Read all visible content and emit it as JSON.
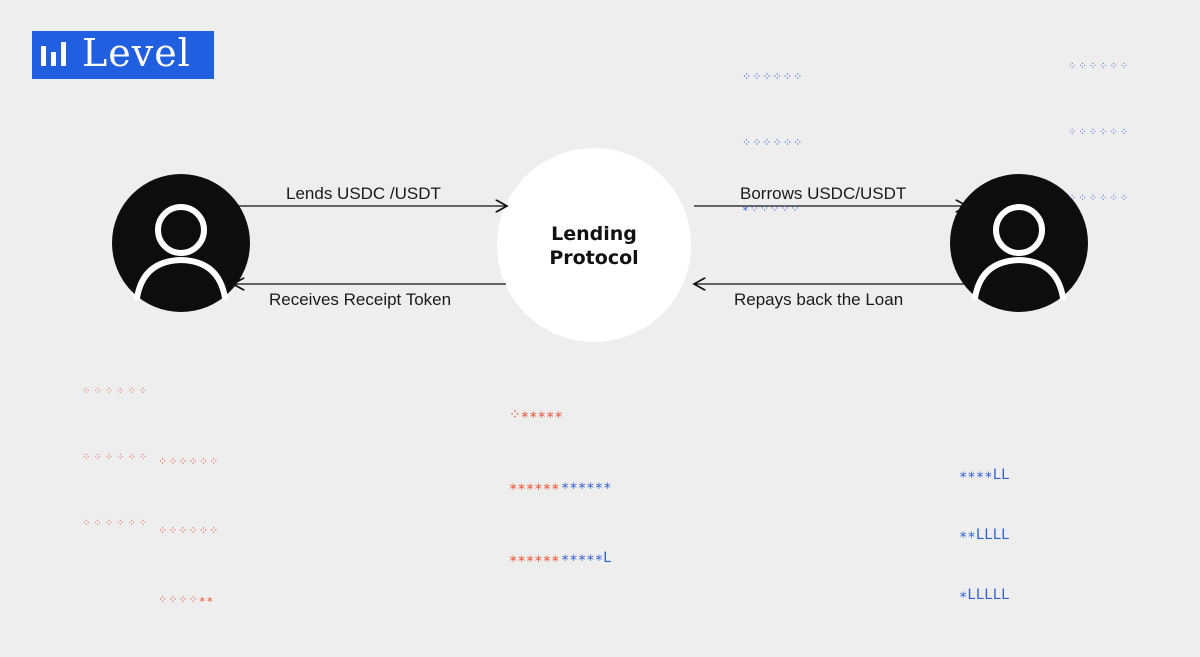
{
  "brand": {
    "name": "Level",
    "color": "#1f5fe0"
  },
  "diagram": {
    "center": {
      "line1": "Lending",
      "line2": "Protocol"
    },
    "edges": {
      "lends": "Lends USDC /USDT",
      "receives": "Receives Receipt Token",
      "borrows": "Borrows USDC/USDT",
      "repays": "Repays back the Loan"
    },
    "actors": {
      "left_icon": "user-icon",
      "right_icon": "user-icon"
    }
  },
  "decorations": {
    "top_mid": [
      "⁘⁘⁘⁘⁘⁘",
      "⁘⁘⁘⁘⁘⁘",
      "∗⁘⁘⁘⁘⁘"
    ],
    "top_right": [
      "⁘⁘⁘⁘⁘⁘",
      "⁘⁘⁘⁘⁘⁘",
      "⁘⁘⁘⁘⁘⁘"
    ],
    "bottom_left_a": [
      "⁘⁘⁘⁘⁘⁘",
      "⁘⁘⁘⁘⁘⁘",
      "⁘⁘⁘⁘⁘⁘"
    ],
    "bottom_left_b": [
      "⁘⁘⁘⁘⁘⁘",
      "⁘⁘⁘⁘⁘⁘",
      "⁘⁘⁘⁘∗∗"
    ],
    "bottom_mid_red": [
      "⁘∗∗∗∗∗",
      "∗∗∗∗∗∗",
      "∗∗∗∗∗∗"
    ],
    "bottom_mid_blue": [
      "∗∗∗∗∗∗",
      "∗∗∗∗∗L"
    ],
    "bottom_right": [
      "∗∗∗∗LL",
      "∗∗LLLL",
      "∗LLLLL"
    ],
    "colors": {
      "blue": "#2f62d6",
      "red": "#e8532e"
    }
  }
}
